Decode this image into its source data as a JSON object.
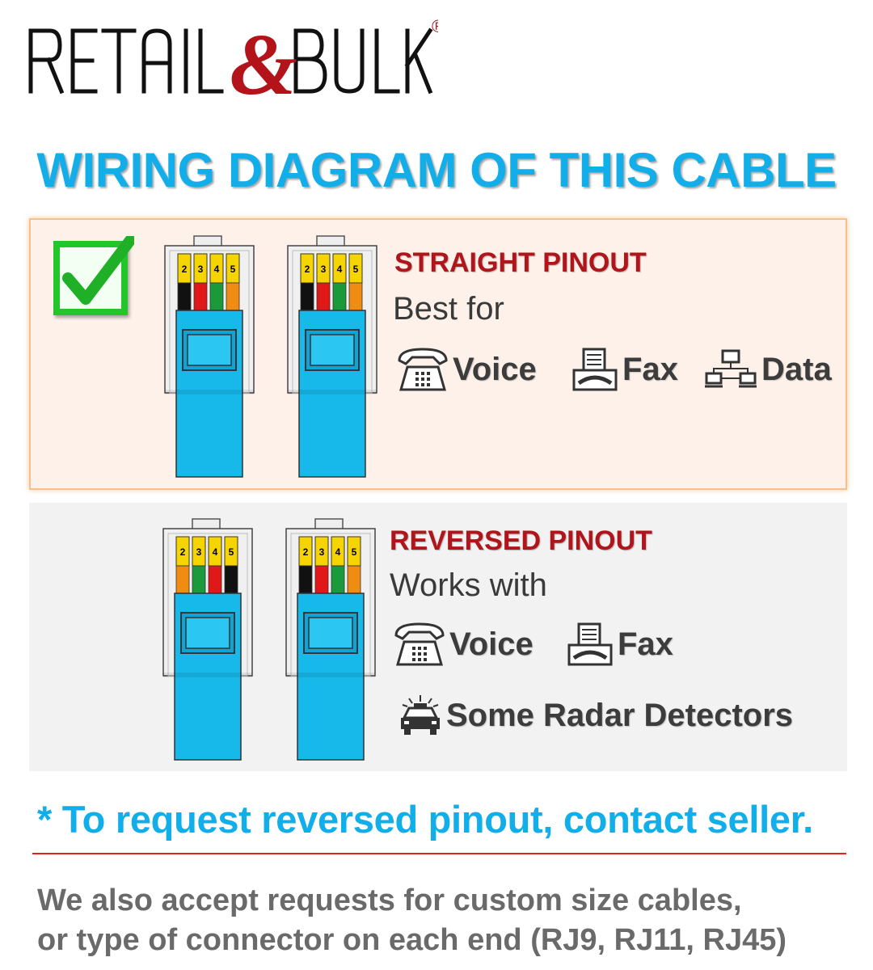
{
  "brand": {
    "name": "RETAIL & BULK",
    "left": "RETAIL",
    "ampersand": "&",
    "right": "BULK",
    "registered": "®"
  },
  "headline": "WIRING DIAGRAM OF THIS CABLE",
  "colors": {
    "headline": "#11aee9",
    "title_red": "#b0151b",
    "plug_blue": "#17b8ea",
    "pin_yellow": "#f6d400",
    "wire_black": "#111111",
    "wire_red": "#e01818",
    "wire_green": "#1a9a3a",
    "wire_orange": "#f08c12",
    "check_green": "#22c62a"
  },
  "straight": {
    "title": "STRAIGHT PINOUT",
    "subtitle": "Best for",
    "selected": true,
    "plugs": [
      {
        "pins": [
          "2",
          "3",
          "4",
          "5"
        ],
        "wires": [
          "black",
          "red",
          "green",
          "orange"
        ]
      },
      {
        "pins": [
          "2",
          "3",
          "4",
          "5"
        ],
        "wires": [
          "black",
          "red",
          "green",
          "orange"
        ]
      }
    ],
    "uses": [
      {
        "icon": "telephone-icon",
        "label": "Voice"
      },
      {
        "icon": "fax-icon",
        "label": "Fax"
      },
      {
        "icon": "network-icon",
        "label": "Data"
      }
    ]
  },
  "reversed": {
    "title": "REVERSED PINOUT",
    "subtitle": "Works with",
    "plugs": [
      {
        "pins": [
          "2",
          "3",
          "4",
          "5"
        ],
        "wires": [
          "orange",
          "green",
          "red",
          "black"
        ]
      },
      {
        "pins": [
          "2",
          "3",
          "4",
          "5"
        ],
        "wires": [
          "black",
          "red",
          "green",
          "orange"
        ]
      }
    ],
    "uses": [
      {
        "icon": "telephone-icon",
        "label": "Voice"
      },
      {
        "icon": "fax-icon",
        "label": "Fax"
      },
      {
        "icon": "radar-car-icon",
        "label": "Some Radar Detectors"
      }
    ]
  },
  "note": "* To request reversed pinout, contact seller.",
  "footer": {
    "line1": "We also accept requests for custom size cables,",
    "line2": "or type of connector on each end (RJ9, RJ11, RJ45)"
  }
}
